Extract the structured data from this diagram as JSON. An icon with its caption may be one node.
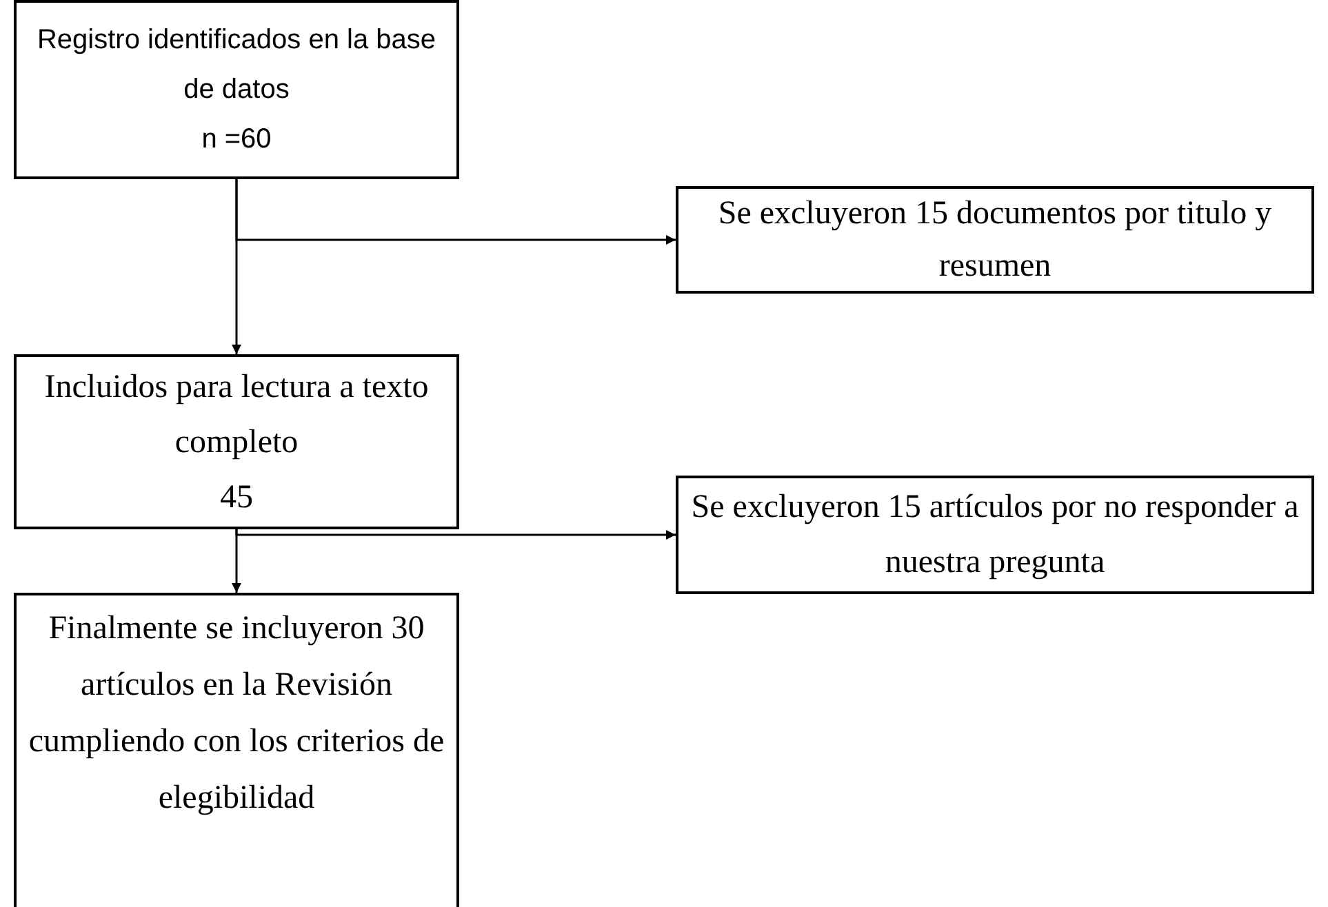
{
  "diagram": {
    "nodes": [
      {
        "text": [
          "Registro identificados en la base de datos",
          "n =60"
        ]
      },
      {
        "text": [
          "Se excluyeron 15 documentos por titulo y resumen"
        ]
      },
      {
        "text": [
          "Incluidos para lectura a texto completo",
          "45"
        ]
      },
      {
        "text": [
          "Se excluyeron 15 artículos por no responder a nuestra pregunta"
        ]
      },
      {
        "text": [
          "Finalmente se incluyeron 30 artículos en la Revisión cumpliendo con los criterios de elegibilidad"
        ]
      }
    ],
    "edges": [
      {
        "from": 0,
        "to": 1,
        "arrow": "to"
      },
      {
        "from": 0,
        "to": 2,
        "arrow": "to"
      },
      {
        "from": 2,
        "to": 3,
        "arrow": "to"
      },
      {
        "from": 2,
        "to": 4,
        "arrow": "to"
      }
    ]
  }
}
